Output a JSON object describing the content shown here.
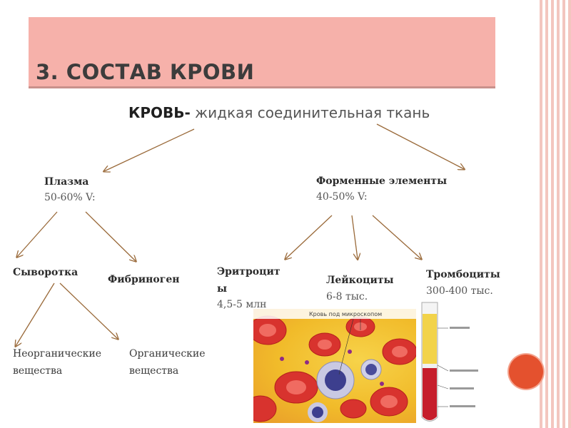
{
  "slide": {
    "title": "3. СОСТАВ КРОВИ",
    "blood_term": "КРОВЬ-",
    "blood_definition": " жидкая соединительная ткань"
  },
  "plasma": {
    "label": "Плазма",
    "value": "50-60% V:"
  },
  "formed": {
    "label": "Форменные элементы",
    "value": "40-50% V:"
  },
  "serum": {
    "label": "Сыворотка"
  },
  "fibrinogen": {
    "label": "Фибриноген"
  },
  "erythrocytes": {
    "label_line1": "Эритроцит",
    "label_line2": "ы",
    "value": "4,5-5 млн"
  },
  "leukocytes": {
    "label": "Лейкоциты",
    "value": "6-8 тыс."
  },
  "thrombocytes": {
    "label": "Тромбоциты",
    "value": "300-400 тыс."
  },
  "inorganic": {
    "line1": "Неорганические",
    "line2": "вещества"
  },
  "organic": {
    "line1": "Органические",
    "line2": "вещества"
  },
  "figure": {
    "micro_caption": "Кровь под микроскопом"
  },
  "colors": {
    "title_bg": "#f6b1aa",
    "arrow": "#9a6a3a",
    "accent_dot": "#e4512e",
    "stripes": "#f3c6bf"
  }
}
